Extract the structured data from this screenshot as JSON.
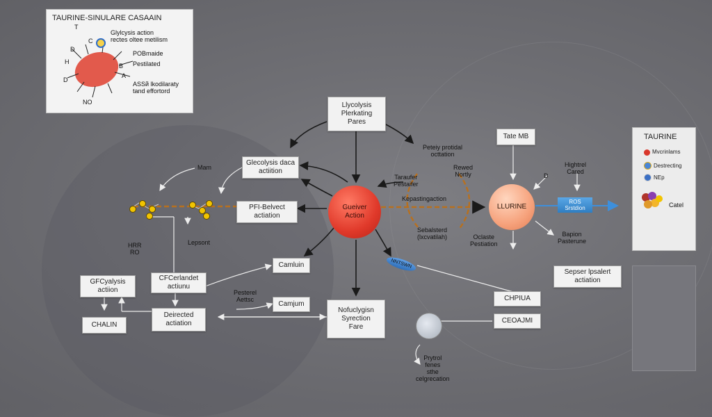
{
  "inset": {
    "title": "TAURINE-SINULARE CASAAIN",
    "l1a": "Glylcysis action",
    "l1b": "rectes oltee metilism",
    "l2a": "POBmaide",
    "l2b": "Pestilated",
    "l3a": "ASSй lkodilaraty",
    "l3b": "tand effortord",
    "letters": [
      "T",
      "C",
      "D",
      "H",
      "B",
      "A",
      "D",
      "NO"
    ]
  },
  "boxes": {
    "top": [
      "Llycolysis",
      "Plerkating",
      "Pares"
    ],
    "glycolysis_data": [
      "Glecolysis daca",
      "actiition"
    ],
    "pfi": [
      "PFI-Belvect",
      "actiation"
    ],
    "camlain1": "Camluin",
    "camlain2": "Camjum",
    "gcyalysis": [
      "GFCyalysis",
      "actiion"
    ],
    "cf": [
      "CFCerlandet",
      "actiunu"
    ],
    "deirected": [
      "Deirected",
      "actiation"
    ],
    "chalin": "CHALIN",
    "nofucl": [
      "Nofuclygisn",
      "Syrection",
      "Fare"
    ],
    "tate": "Tate MB",
    "sepser": [
      "Sepser lpsalert",
      "actiation"
    ],
    "chpila": "CHPIUA",
    "ceoajmi": "CEOAJMI"
  },
  "nodes": {
    "red": [
      "Gueiver",
      "Action"
    ],
    "orange": "LLURINE",
    "ros": [
      "ROS",
      "Srstdion"
    ],
    "pill": "NNTSWN"
  },
  "labels": {
    "mam": "Mam",
    "hrr": [
      "HRR",
      "RO"
    ],
    "lepsont": "Lepsont",
    "petty": [
      "Peteiy protidal",
      "octtation"
    ],
    "rewed": [
      "Rewed",
      "Nortly"
    ],
    "taraufer": [
      "Taraufer",
      "Pestaifer"
    ],
    "kepast": "Kepastingaction",
    "sebal": [
      "Sebalsterd",
      "(lxcvatilah)"
    ],
    "oclate": [
      "Oclaste",
      "Pestiation"
    ],
    "hightrel": [
      "Hightrel",
      "Cared"
    ],
    "bapion": [
      "Bapion",
      "Pasterune"
    ],
    "pesterel": [
      "Pesterel",
      "Aettsc"
    ],
    "d": "D",
    "pryrol": [
      "Prytrol",
      "fenes",
      "sthe",
      "celgrecation"
    ]
  },
  "legend": {
    "title": "TAURINE",
    "items": [
      {
        "label": "Mvcrinlams",
        "color": "#d9382c"
      },
      {
        "label": "Destrecting",
        "color": "#4a86d6"
      },
      {
        "label": "NЕр",
        "color": "#3b6fc4"
      }
    ],
    "cluster_label": "Catel"
  },
  "colors": {
    "arrow": "#1a1a1a",
    "dashed": "#b8701e",
    "connector": "#ededed",
    "blue": "#3d8fdc"
  }
}
